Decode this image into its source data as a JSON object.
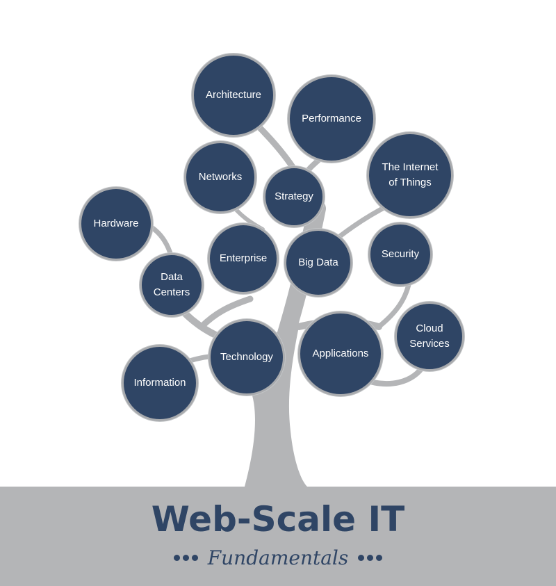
{
  "colors": {
    "node_fill": "#2f4565",
    "node_border": "#a9abae",
    "trunk": "#b4b5b7",
    "ground": "#b4b5b7",
    "title": "#2f4565"
  },
  "nodes": [
    {
      "id": "architecture",
      "label": "Architecture"
    },
    {
      "id": "performance",
      "label": "Performance"
    },
    {
      "id": "networks",
      "label": "Networks"
    },
    {
      "id": "strategy",
      "label": "Strategy"
    },
    {
      "id": "internet-of-things",
      "label": "The Internet\nof Things"
    },
    {
      "id": "hardware",
      "label": "Hardware"
    },
    {
      "id": "enterprise",
      "label": "Enterprise"
    },
    {
      "id": "big-data",
      "label": "Big Data"
    },
    {
      "id": "security",
      "label": "Security"
    },
    {
      "id": "data-centers",
      "label": "Data\nCenters"
    },
    {
      "id": "cloud-services",
      "label": "Cloud\nServices"
    },
    {
      "id": "technology",
      "label": "Technology"
    },
    {
      "id": "applications",
      "label": "Applications"
    },
    {
      "id": "information",
      "label": "Information"
    }
  ],
  "footer": {
    "title": "Web-Scale IT",
    "subtitle": "Fundamentals"
  }
}
